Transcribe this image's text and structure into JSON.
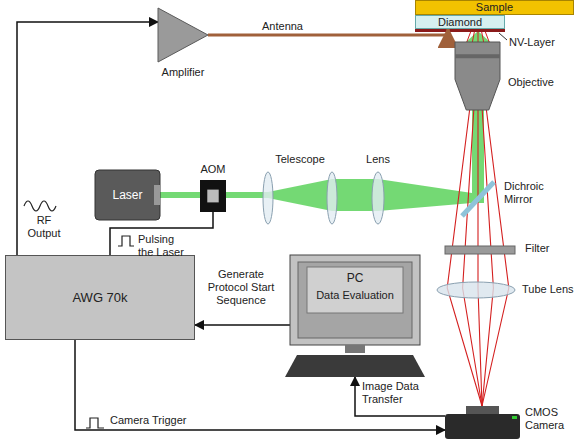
{
  "diagram": {
    "nodes": [
      {
        "text": [
          "Amplifier"
        ]
      },
      {
        "text": [
          "Sample"
        ]
      },
      {
        "text": [
          "Diamond"
        ]
      },
      {
        "text": [
          "Objective"
        ]
      },
      {
        "text": [
          "Laser"
        ]
      },
      {
        "text": [
          "AOM"
        ]
      },
      {
        "text": [
          "Telescope"
        ]
      },
      {
        "text": [
          "Lens"
        ]
      },
      {
        "text": [
          "Dichroic Mirror"
        ]
      },
      {
        "text": [
          "Filter"
        ]
      },
      {
        "text": [
          "PC",
          "Data Evaluation"
        ]
      },
      {
        "text": [
          "AWG 70k"
        ]
      },
      {
        "text": [
          "Tube Lens"
        ]
      },
      {
        "text": [
          "CMOS Camera"
        ]
      }
    ],
    "edges": [
      {
        "from": 11,
        "to": 0,
        "label": "RF Output",
        "arrow": "to"
      },
      {
        "from": 0,
        "to": 2,
        "label": "Antenna",
        "arrow": "to"
      },
      {
        "from": 11,
        "to": 5,
        "label": "Pulsing the Laser",
        "arrow": "none"
      },
      {
        "from": 10,
        "to": 11,
        "label": "Generate Protocol Start Sequence",
        "arrow": "to"
      },
      {
        "from": 13,
        "to": 10,
        "label": "Image Data Transfer",
        "arrow": "to"
      },
      {
        "from": 11,
        "to": 13,
        "label": "Camera Trigger",
        "arrow": "to"
      }
    ],
    "labels": [
      "NV-Layer"
    ]
  }
}
